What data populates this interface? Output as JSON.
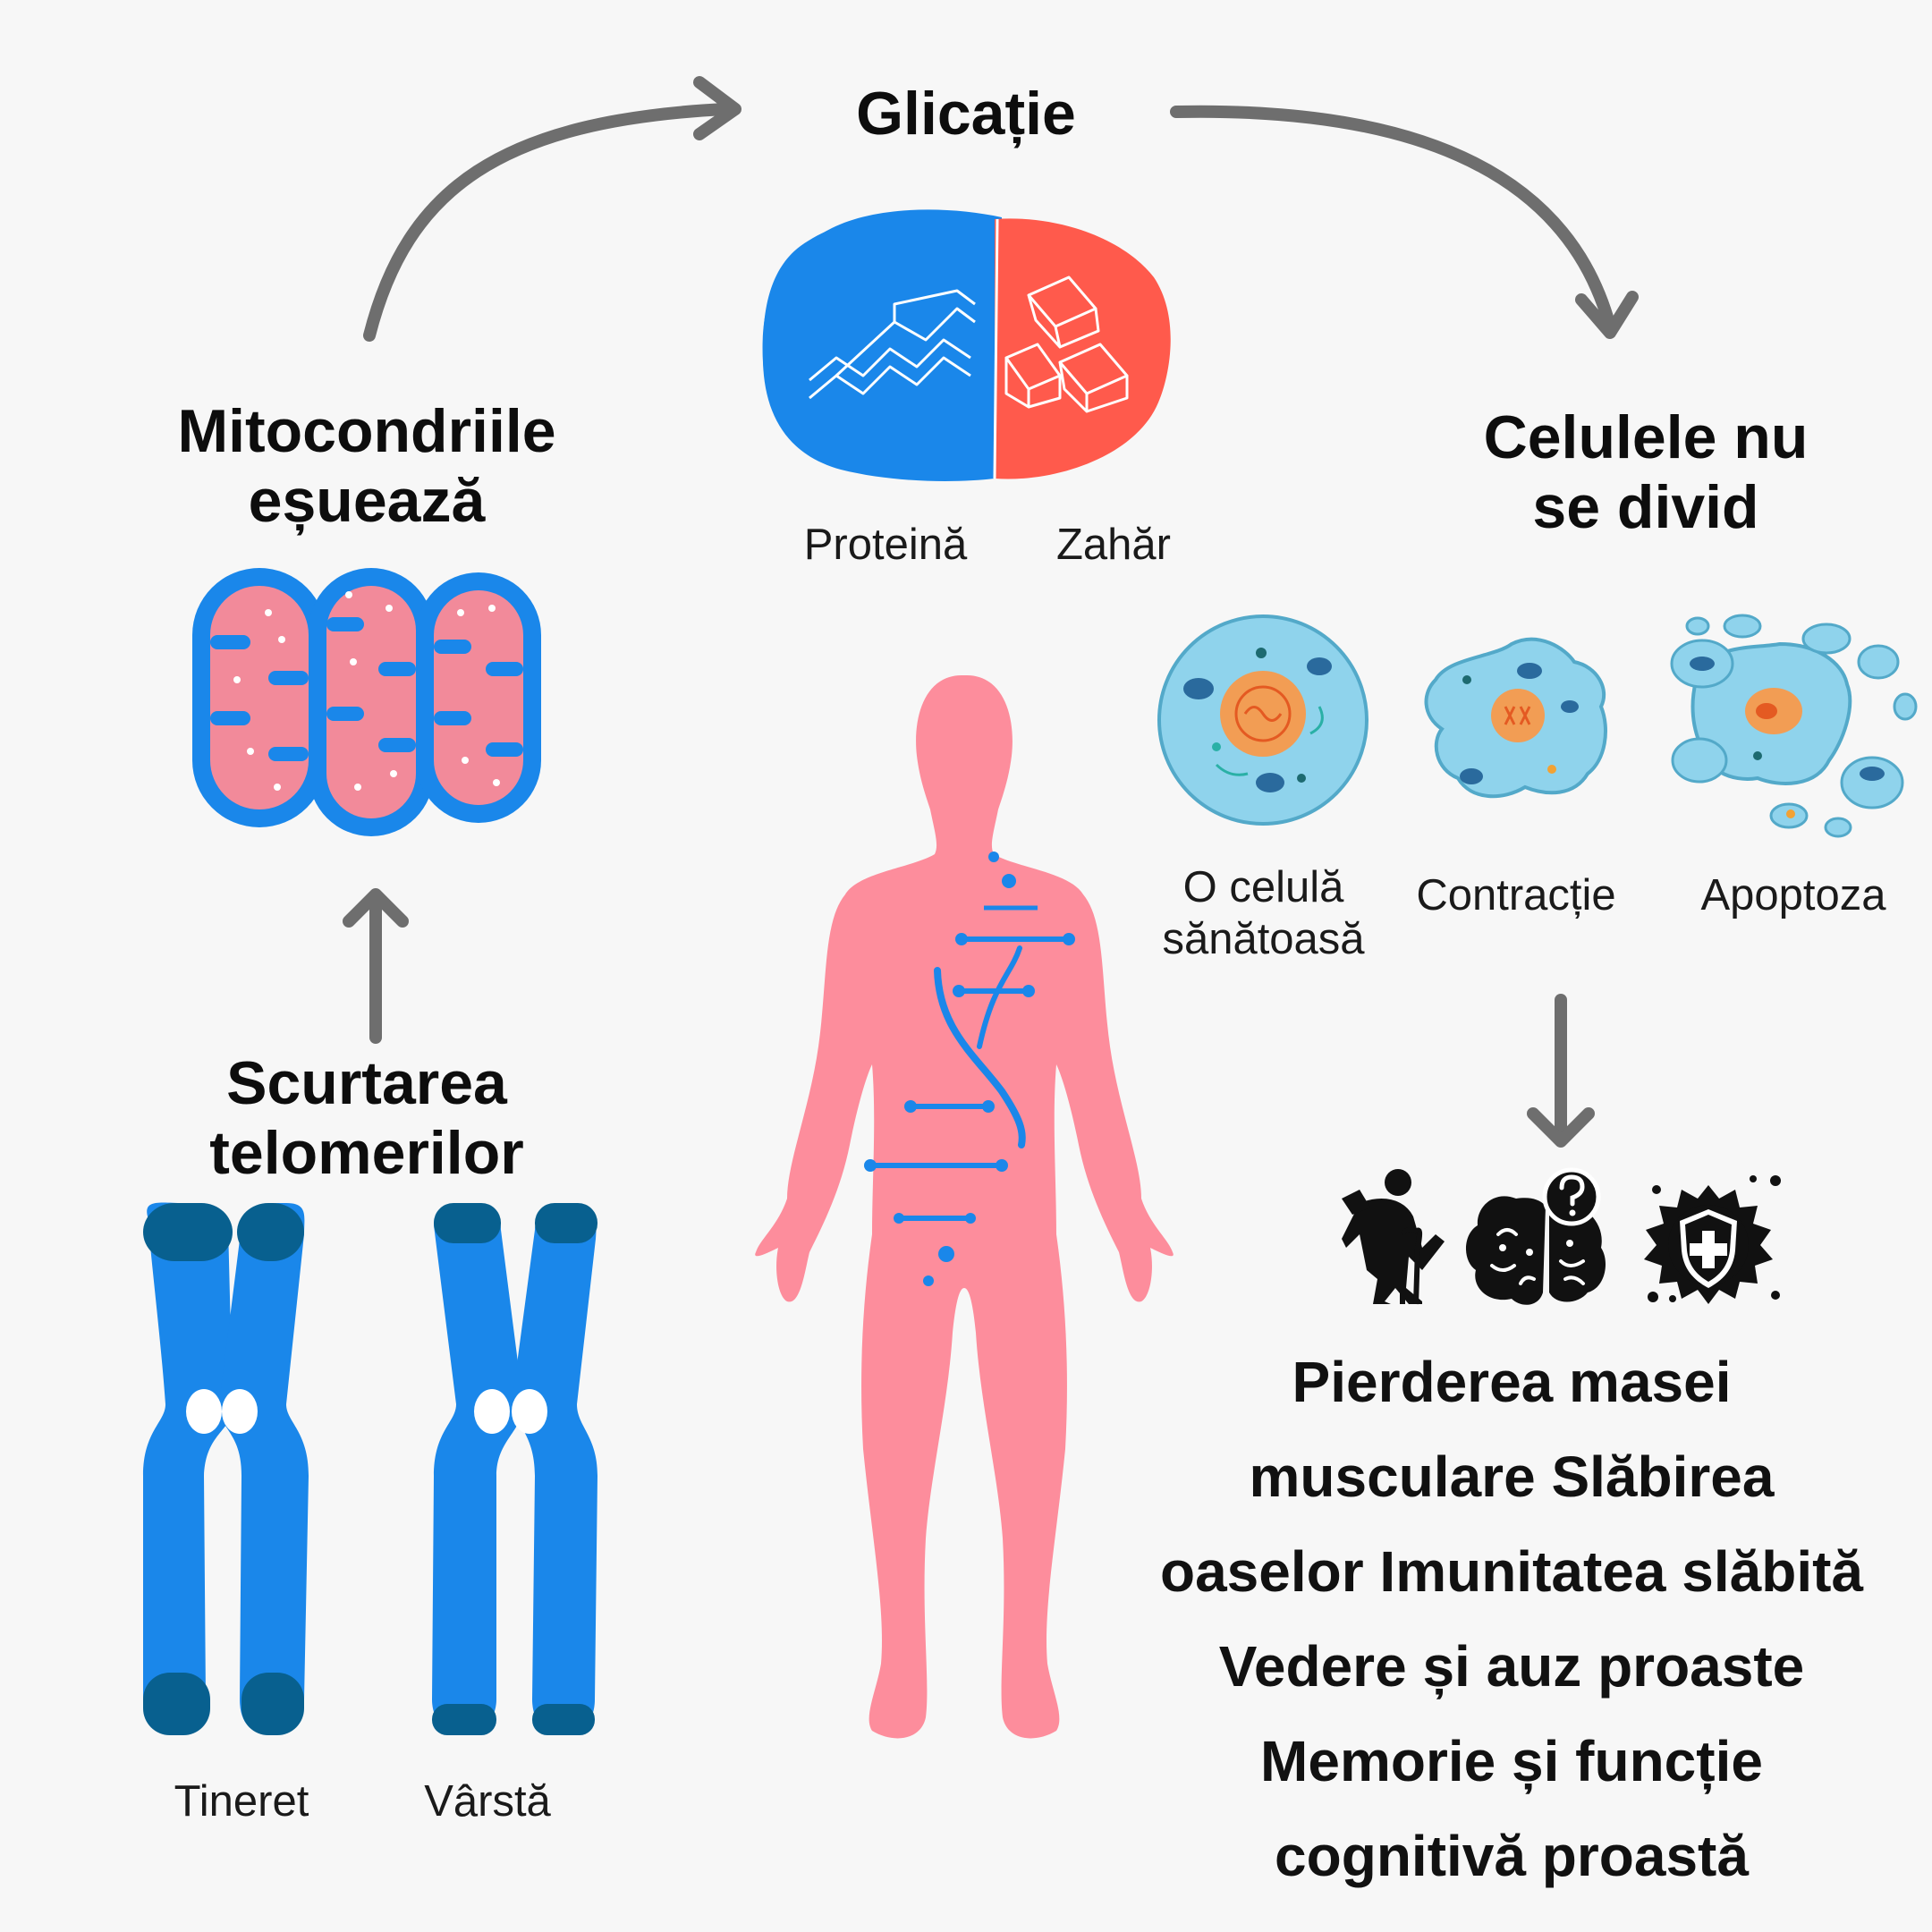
{
  "glycation": {
    "title": "Glicație",
    "protein_label": "Proteină",
    "sugar_label": "Zahăr"
  },
  "mitochondria": {
    "title_line1": "Mitocondriile",
    "title_line2": "eșuează"
  },
  "telomeres": {
    "title_line1": "Scurtarea",
    "title_line2": "telomerilor",
    "young_label": "Tineret",
    "old_label": "Vârstă"
  },
  "cells": {
    "title_line1": "Celulele nu",
    "title_line2": "se divid",
    "healthy_label_line1": "O celulă",
    "healthy_label_line2": "sănătoasă",
    "contraction_label": "Contracție",
    "apoptosis_label": "Apoptoza"
  },
  "effects": {
    "lines": [
      "Pierderea masei",
      "musculare Slăbirea",
      "oaselor Imunitatea slăbită",
      "Vedere și auz proaste",
      "Memorie și funcție",
      "cognitivă proastă"
    ],
    "icons": [
      "elderly-person-icon",
      "brain-question-icon",
      "immune-shield-icon"
    ]
  },
  "colors": {
    "blue": "#1a87ea",
    "red": "#ff5a4c",
    "pink": "#fd8d9c",
    "arrow": "#6e6e6e",
    "cell": "#8fd3ec"
  }
}
